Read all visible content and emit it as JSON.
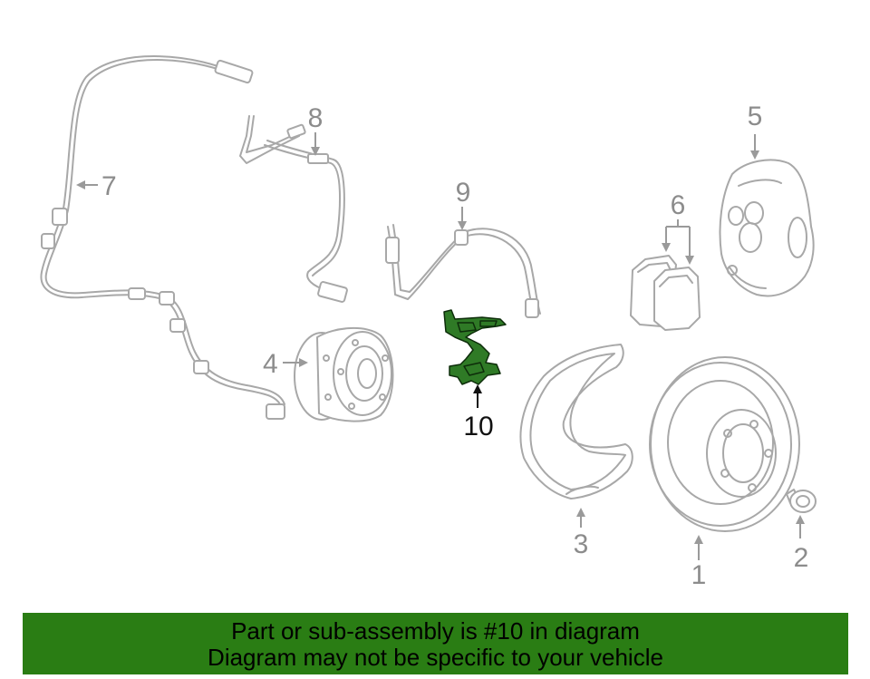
{
  "callouts": {
    "c1": "1",
    "c2": "2",
    "c3": "3",
    "c4": "4",
    "c5": "5",
    "c6": "6",
    "c7": "7",
    "c8": "8",
    "c9": "9",
    "c10": "10"
  },
  "highlighted_part": "10",
  "colors": {
    "highlight": "#2f7a26",
    "banner": "#2a7d14",
    "parts_stroke": "#a8a8a8"
  },
  "banner": {
    "line1": "Part or sub-assembly is #10 in diagram",
    "line2": "Diagram may not be specific to your vehicle"
  }
}
